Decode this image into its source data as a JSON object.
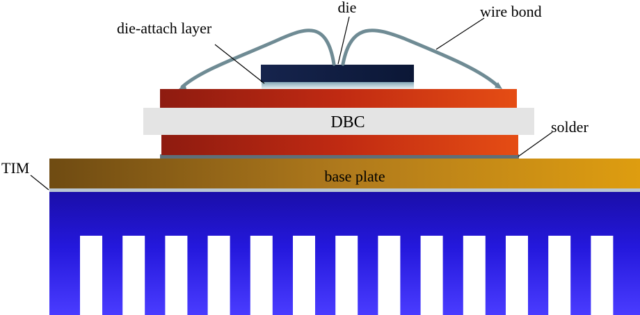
{
  "labels": {
    "die": "die",
    "wire_bond": "wire bond",
    "die_attach": "die-attach layer",
    "dbc": "DBC",
    "solder": "solder",
    "tim": "TIM",
    "base_plate": "base plate"
  },
  "heatsink_fin_count": 13,
  "colors": {
    "die": "#0f1e44",
    "wire": "#6e8b93",
    "copper": "#c12a12",
    "dbc_ceramic": "#e6e6e6",
    "base_plate": "#b47a1a",
    "tim": "#b9c6d3",
    "heatsink": "#2d20ea"
  }
}
